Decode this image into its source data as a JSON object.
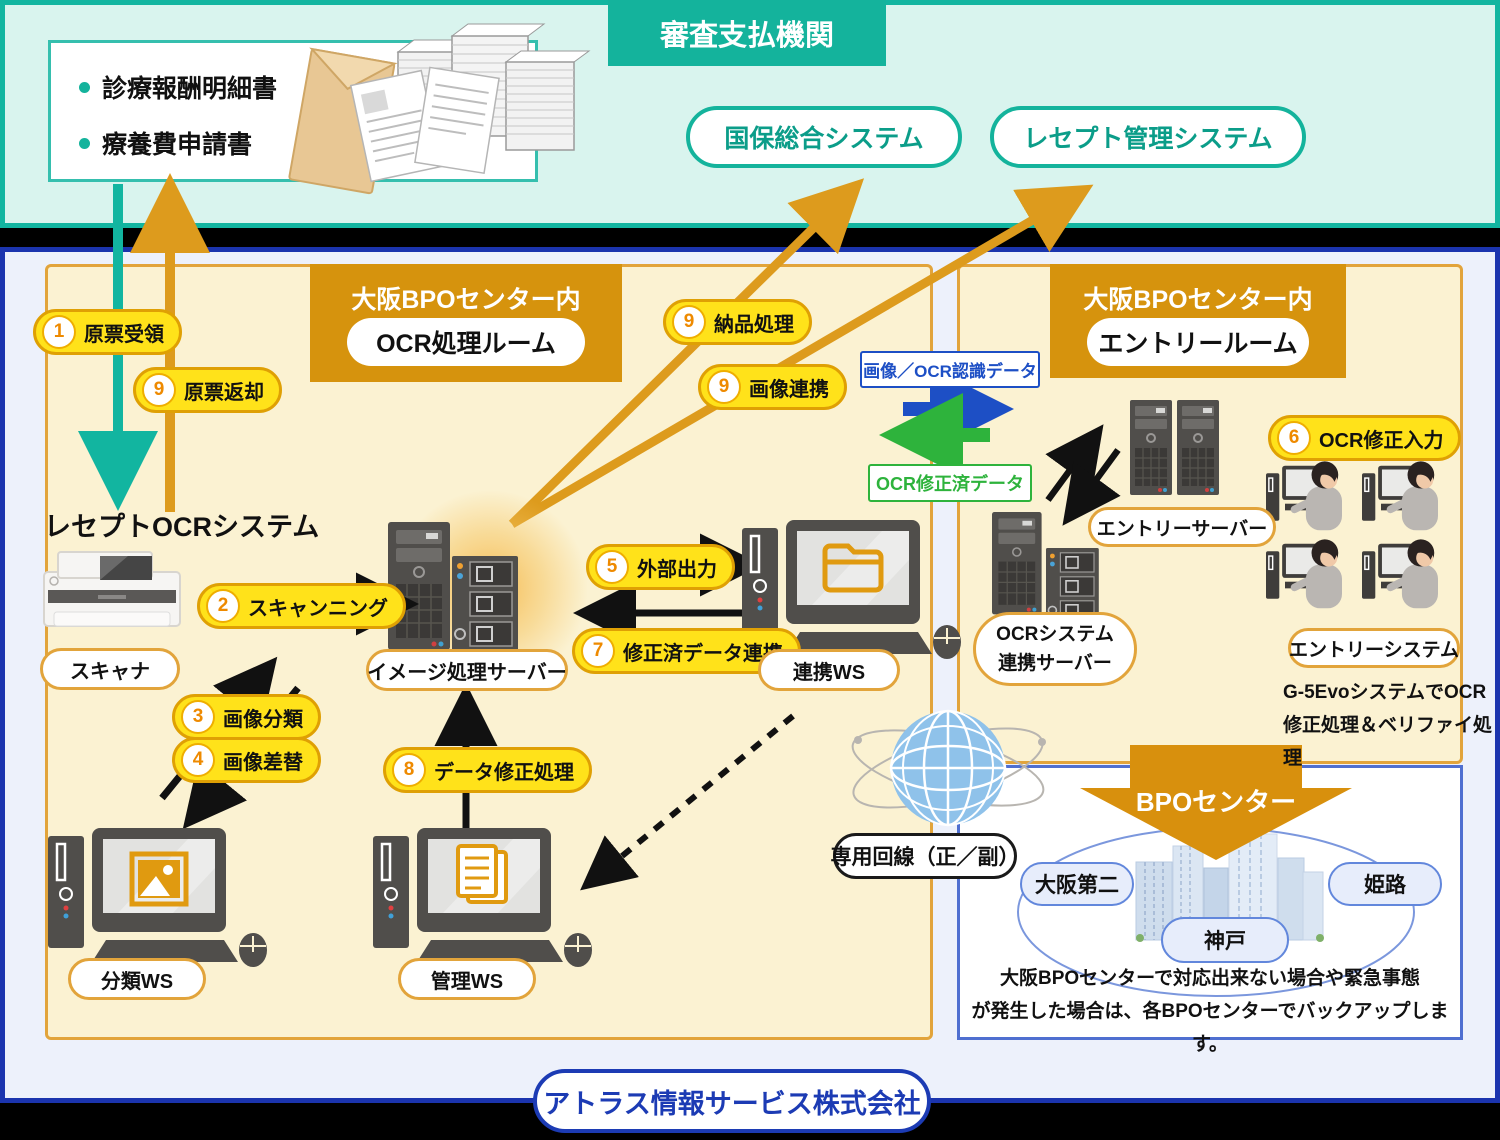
{
  "top_section": {
    "agency_title": "審査支払機関",
    "documents": [
      "診療報酬明細書",
      "療養費申請書"
    ],
    "systems": [
      {
        "label": "国保総合システム"
      },
      {
        "label": "レセプト管理システム"
      }
    ]
  },
  "ocr_room": {
    "center_label": "大阪BPOセンター内",
    "room_label": "OCR処理ルーム",
    "recept_ocr_system": "レセプトOCRシステム",
    "scanner": "スキャナ",
    "image_server": "イメージ処理サーバー",
    "link_ws": "連携WS",
    "classify_ws": "分類WS",
    "manage_ws": "管理WS"
  },
  "entry_room": {
    "center_label": "大阪BPOセンター内",
    "room_label": "エントリールーム",
    "entry_server": "エントリーサーバー",
    "ocr_link_server_line1": "OCRシステム",
    "ocr_link_server_line2": "連携サーバー",
    "entry_system": "エントリーシステム",
    "note_line1": "G-5EvoシステムでOCR",
    "note_line2": "修正処理＆ベリファイ処理"
  },
  "steps": {
    "s1": {
      "num": "1",
      "label": "原票受領"
    },
    "s2": {
      "num": "2",
      "label": "スキャンニング"
    },
    "s3": {
      "num": "3",
      "label": "画像分類"
    },
    "s4": {
      "num": "4",
      "label": "画像差替"
    },
    "s5": {
      "num": "5",
      "label": "外部出力"
    },
    "s6": {
      "num": "6",
      "label": "OCR修正入力"
    },
    "s7": {
      "num": "7",
      "label": "修正済データ連携"
    },
    "s8": {
      "num": "8",
      "label": "データ修正処理"
    },
    "s9_return": {
      "num": "9",
      "label": "原票返却"
    },
    "s9_delivery": {
      "num": "9",
      "label": "納品処理"
    },
    "s9_image": {
      "num": "9",
      "label": "画像連携"
    }
  },
  "flows": {
    "image_ocr_data": "画像／OCR認識データ",
    "corrected_data": "OCR修正済データ"
  },
  "network": {
    "dedicated_line": "専用回線（正／副）"
  },
  "backup_section": {
    "banner": "BPOセンター",
    "site_osaka2": "大阪第二",
    "site_himeji": "姫路",
    "site_kobe": "神戸",
    "note_line1": "大阪BPOセンターで対応出来ない場合や緊急事態",
    "note_line2": "が発生した場合は、各BPOセンターでバックアップします。"
  },
  "footer": {
    "company": "アトラス情報サービス株式会社"
  },
  "colors": {
    "teal": "#14b39c",
    "mint_bg": "#d9f4ee",
    "orange_header": "#d6930d",
    "badge_yellow": "#ffe21a",
    "arrow_orange": "#dd9b1d",
    "flow_blue": "#1d4fc5",
    "flow_green": "#2eb33c",
    "frame_blue": "#1b34ae",
    "cream_panel": "#fbf2d2",
    "company_blue": "#1c3bb4"
  }
}
